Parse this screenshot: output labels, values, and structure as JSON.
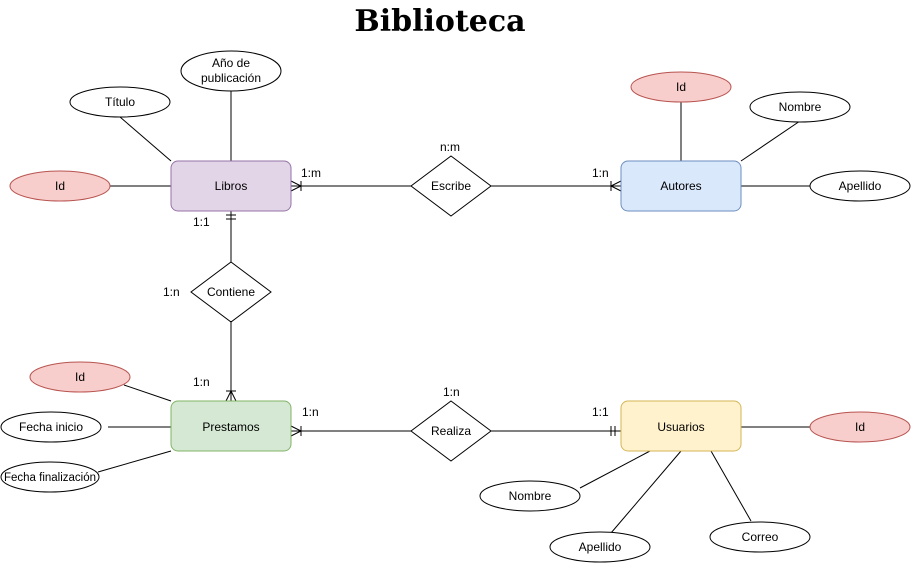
{
  "title": "Biblioteca",
  "colors": {
    "libros_fill": "#e1d5e7",
    "libros_stroke": "#9673a6",
    "autores_fill": "#dae8fc",
    "autores_stroke": "#6c8ebf",
    "prestamos_fill": "#d5e8d4",
    "prestamos_stroke": "#82b366",
    "usuarios_fill": "#fff2cc",
    "usuarios_stroke": "#d6b656",
    "key_fill": "#f8cecc",
    "key_stroke": "#b85450"
  },
  "entities": {
    "libros": "Libros",
    "autores": "Autores",
    "prestamos": "Prestamos",
    "usuarios": "Usuarios"
  },
  "relations": {
    "escribe": "Escribe",
    "contiene": "Contiene",
    "realiza": "Realiza"
  },
  "attributes": {
    "libros_id": "Id",
    "libros_titulo": "Título",
    "libros_anio_1": "Año de",
    "libros_anio_2": "publicación",
    "autores_id": "Id",
    "autores_nombre": "Nombre",
    "autores_apellido": "Apellido",
    "prestamos_id": "Id",
    "prestamos_fecha_inicio": "Fecha inicio",
    "prestamos_fecha_fin": "Fecha finalización",
    "usuarios_id": "Id",
    "usuarios_nombre": "Nombre",
    "usuarios_apellido": "Apellido",
    "usuarios_correo": "Correo"
  },
  "cardinalities": {
    "escribe_libros": "1:m",
    "escribe_top": "n:m",
    "escribe_autores": "1:n",
    "contiene_libros": "1:1",
    "contiene_left": "1:n",
    "contiene_prestamos": "1:n",
    "realiza_prestamos": "1:n",
    "realiza_top": "1:n",
    "realiza_usuarios": "1:1"
  }
}
